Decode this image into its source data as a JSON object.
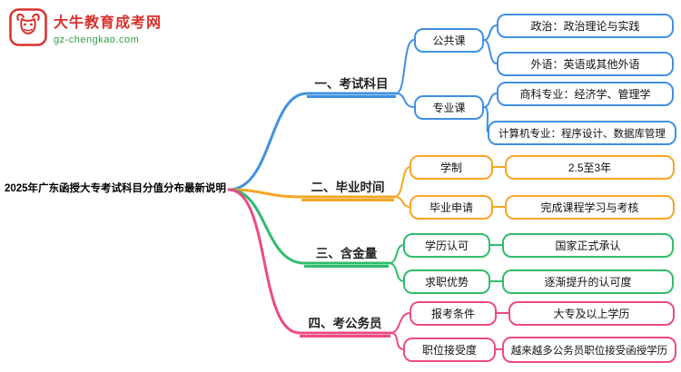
{
  "logo": {
    "site_name": "大牛教育成考网",
    "site_url": "gz-chengkao.com"
  },
  "main_topic": "2025年广东函授大专考试科目分值分布最新说明",
  "colors": {
    "blue": "#4190e2",
    "orange": "#f5a623",
    "green": "#2fbd6b",
    "pink": "#ec4b82",
    "logo_red": "#d9302c",
    "url_green": "#2e9e44"
  },
  "branches": [
    {
      "label": "一、考试科目",
      "color": "#4190e2",
      "groups": [
        {
          "label": "公共课",
          "items": [
            "政治：政治理论与实践",
            "外语：英语或其他外语"
          ]
        },
        {
          "label": "专业课",
          "items": [
            "商科专业：经济学、管理学",
            "计算机专业：程序设计、数据库管理"
          ]
        }
      ]
    },
    {
      "label": "二、毕业时间",
      "color": "#f5a623",
      "rows": [
        {
          "label": "学制",
          "value": "2.5至3年"
        },
        {
          "label": "毕业申请",
          "value": "完成课程学习与考核"
        }
      ]
    },
    {
      "label": "三、含金量",
      "color": "#2fbd6b",
      "rows": [
        {
          "label": "学历认可",
          "value": "国家正式承认"
        },
        {
          "label": "求职优势",
          "value": "逐渐提升的认可度"
        }
      ]
    },
    {
      "label": "四、考公务员",
      "color": "#ec4b82",
      "rows": [
        {
          "label": "报考条件",
          "value": "大专及以上学历"
        },
        {
          "label": "职位接受度",
          "value": "越来越多公务员职位接受函授学历"
        }
      ]
    }
  ]
}
